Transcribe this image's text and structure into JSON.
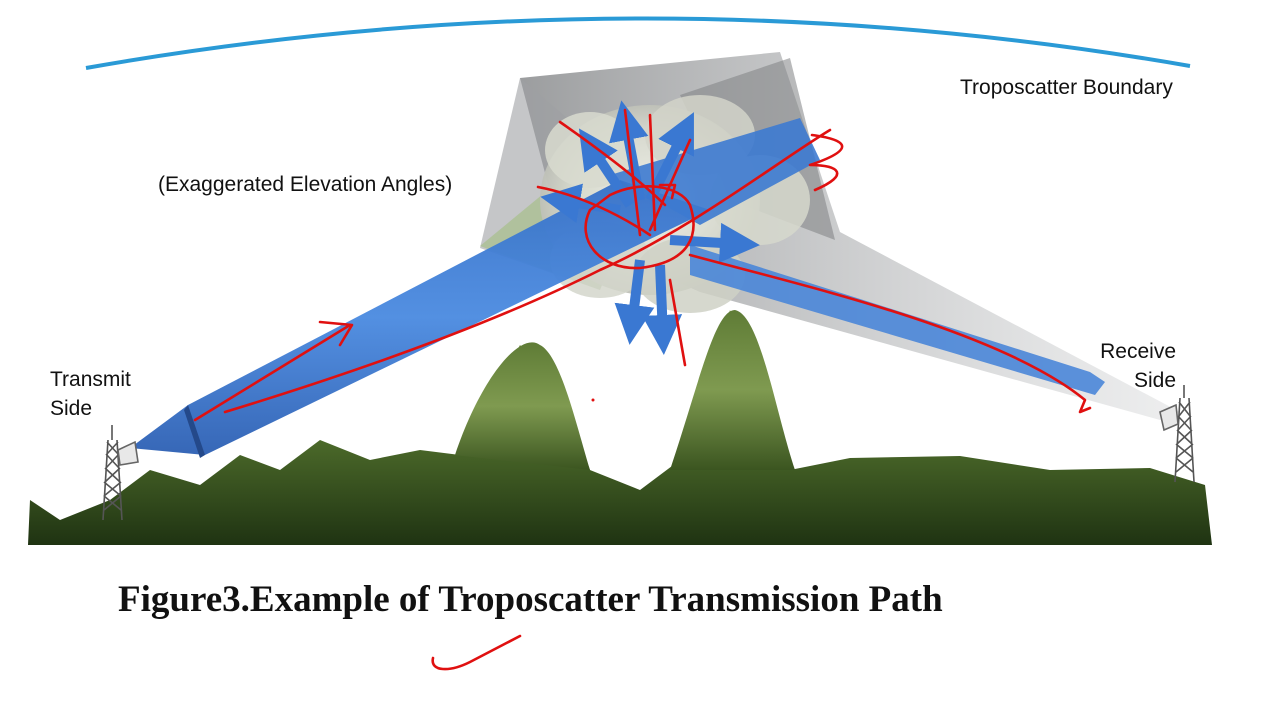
{
  "labels": {
    "boundary": "Troposcatter Boundary",
    "angles": "(Exaggerated Elevation  Angles)",
    "transmit_line1": "Transmit",
    "transmit_line2": "Side",
    "receive_line1": "Receive",
    "receive_line2": "Side"
  },
  "caption": "Figure3.Example of Troposcatter Transmission Path",
  "colors": {
    "boundary_line": "#2a9ad6",
    "beam_blue": "#3f7fd6",
    "beam_shadow": "#2a5aa8",
    "cone_gray": "#9a9a9a",
    "terrain_dark": "#1f3312",
    "terrain_light": "#7e9a4e",
    "annotation_red": "#e01010",
    "cloud": "#e4e6dc"
  },
  "icons": [
    "transmit-tower-icon",
    "receive-tower-icon"
  ]
}
